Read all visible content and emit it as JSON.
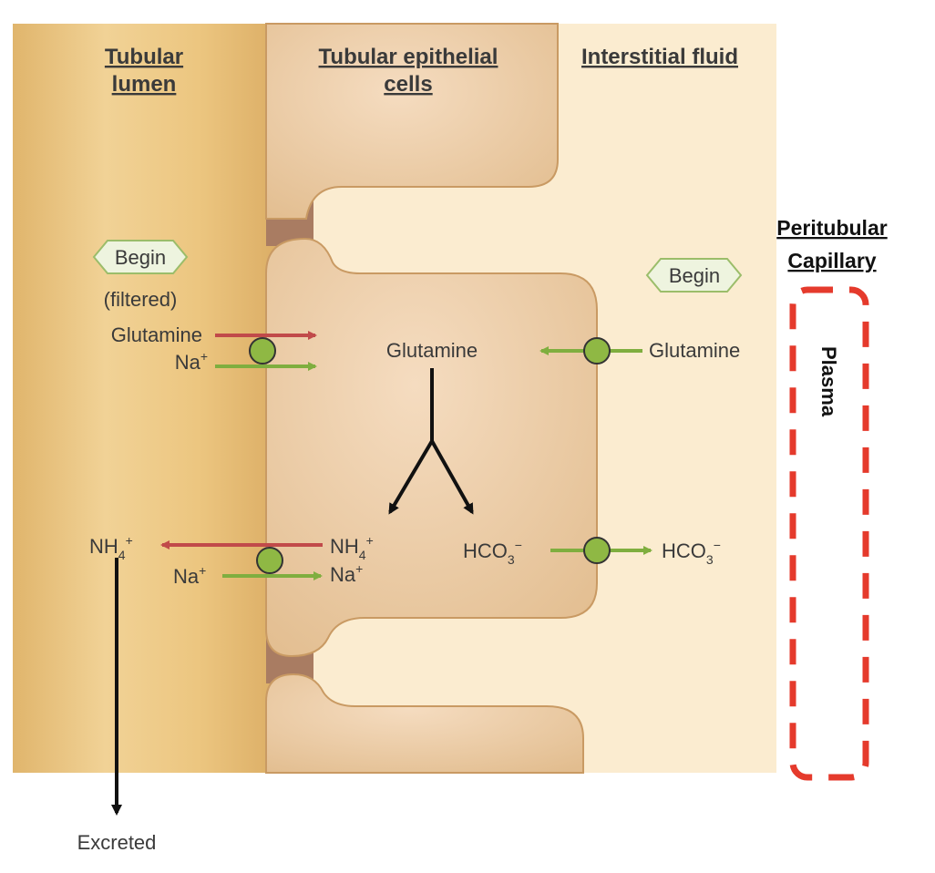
{
  "headers": {
    "lumen_line1": "Tubular",
    "lumen_line2": "lumen",
    "cells_line1": "Tubular epithelial",
    "cells_line2": "cells",
    "interstitial": "Interstitial fluid"
  },
  "begin_left": "Begin",
  "begin_right": "Begin",
  "filtered": "(filtered)",
  "glutamine_lumen": "Glutamine",
  "na_lumen_top": "Na",
  "glutamine_cell": "Glutamine",
  "glutamine_interstitial": "Glutamine",
  "nh4_lumen": "NH",
  "na_lumen_bottom": "Na",
  "nh4_cell": "NH",
  "na_cell": "Na",
  "hco3_cell": "HCO",
  "hco3_interstitial": "HCO",
  "sub_4": "4",
  "sub_3": "3",
  "sup_plus": "+",
  "sup_minus": "−",
  "excreted": "Excreted",
  "peritubular_line1": "Peritubular",
  "peritubular_line2": "Capillary",
  "plasma": "Plasma",
  "colors": {
    "lumen": "#ecc987",
    "interstitial": "#fbecd0",
    "cell": "#e8c89f",
    "cell_border": "#c99a63",
    "red_arrow": "#c14a4a",
    "green_arrow": "#7fae3f",
    "transporter": "#8fb844",
    "capillary_dash": "#e53a2c"
  }
}
